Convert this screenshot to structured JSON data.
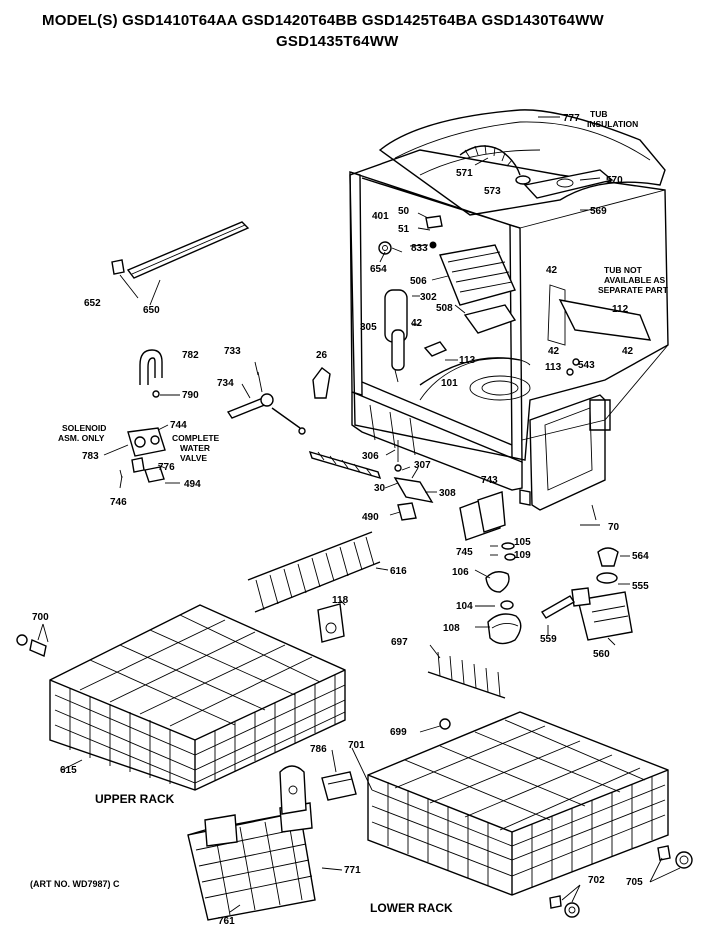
{
  "header": {
    "models_line1": "MODEL(S) GSD1410T64AA  GSD1420T64BB  GSD1425T64BA  GSD1430T64WW",
    "models_line2": "GSD1435T64WW"
  },
  "callouts": {
    "p777": "777",
    "tub_insulation_1": "TUB",
    "tub_insulation_2": "INSULATION",
    "p571": "571",
    "p573": "573",
    "p570": "570",
    "p569": "569",
    "p401": "401",
    "p50": "50",
    "p51": "51",
    "p833": "833",
    "p654": "654",
    "p506": "506",
    "p302": "302",
    "p508": "508",
    "p305": "305",
    "p42a": "42",
    "p42b": "42",
    "p42c": "42",
    "p42d": "42",
    "p112": "112",
    "p113a": "113",
    "p113b": "113",
    "p543": "543",
    "p101": "101",
    "p26": "26",
    "tub_not_1": "TUB NOT",
    "tub_not_2": "AVAILABLE AS",
    "tub_not_3": "SEPARATE PART",
    "p652": "652",
    "p650": "650",
    "p782": "782",
    "p733": "733",
    "p790": "790",
    "p734": "734",
    "solenoid_1": "SOLENOID",
    "solenoid_2": "ASM. ONLY",
    "p744": "744",
    "complete_1": "COMPLETE",
    "complete_2": "WATER",
    "complete_3": "VALVE",
    "p783": "783",
    "p776": "776",
    "p494": "494",
    "p746": "746",
    "p306": "306",
    "p307": "307",
    "p30": "30",
    "p308": "308",
    "p490": "490",
    "p743": "743",
    "p70": "70",
    "p745": "745",
    "p105": "105",
    "p109": "109",
    "p564": "564",
    "p106": "106",
    "p555": "555",
    "p104": "104",
    "p108": "108",
    "p559": "559",
    "p560": "560",
    "p616": "616",
    "p118": "118",
    "p700": "700",
    "p697": "697",
    "p615": "615",
    "p699": "699",
    "p786": "786",
    "p701": "701",
    "p771": "771",
    "p761": "761",
    "p702": "702",
    "p705": "705"
  },
  "captions": {
    "upper_rack": "UPPER RACK",
    "lower_rack": "LOWER RACK",
    "art_no": "(ART NO. WD7987) C"
  }
}
